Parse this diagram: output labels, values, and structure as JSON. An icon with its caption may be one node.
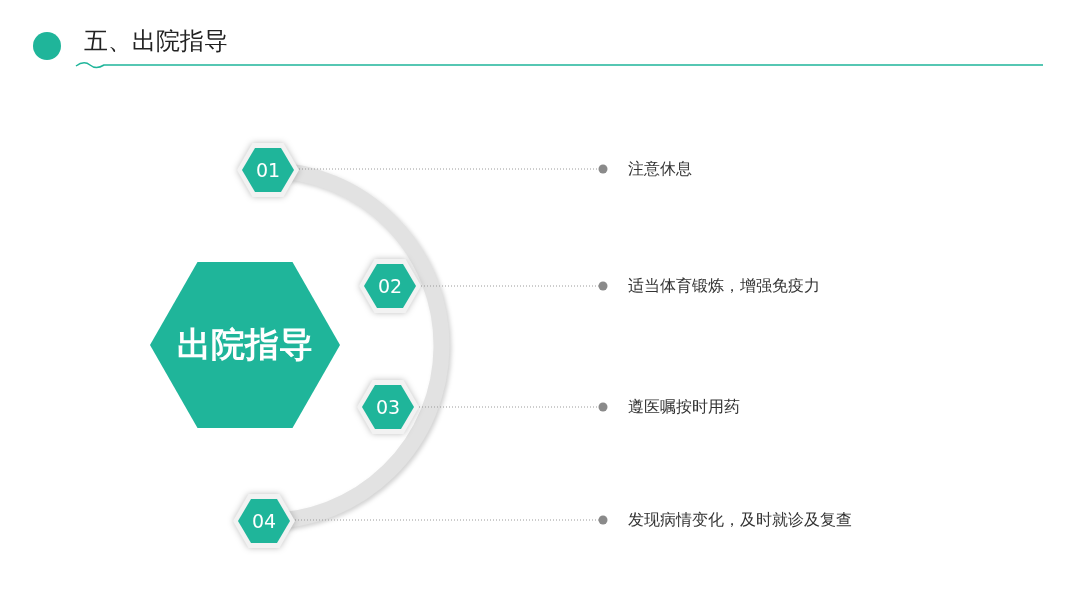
{
  "diagram": {
    "title": "五、出院指导",
    "nodes": [
      {
        "text": [
          "出院指导"
        ]
      },
      {
        "text": [
          "01"
        ]
      },
      {
        "text": [
          "02"
        ]
      },
      {
        "text": [
          "03"
        ]
      },
      {
        "text": [
          "04"
        ]
      },
      {
        "text": [
          "注意休息"
        ]
      },
      {
        "text": [
          "适当体育锻炼，增强免疫力"
        ]
      },
      {
        "text": [
          "遵医嘱按时用药"
        ]
      },
      {
        "text": [
          "发现病情变化，及时就诊及复查"
        ]
      }
    ],
    "edges": [
      {
        "from": 1,
        "to": 5,
        "arrow": "other",
        "style": "dashed"
      },
      {
        "from": 2,
        "to": 6,
        "arrow": "other",
        "style": "dashed"
      },
      {
        "from": 3,
        "to": 7,
        "arrow": "other",
        "style": "dashed"
      },
      {
        "from": 4,
        "to": 8,
        "arrow": "other",
        "style": "dashed"
      }
    ]
  }
}
